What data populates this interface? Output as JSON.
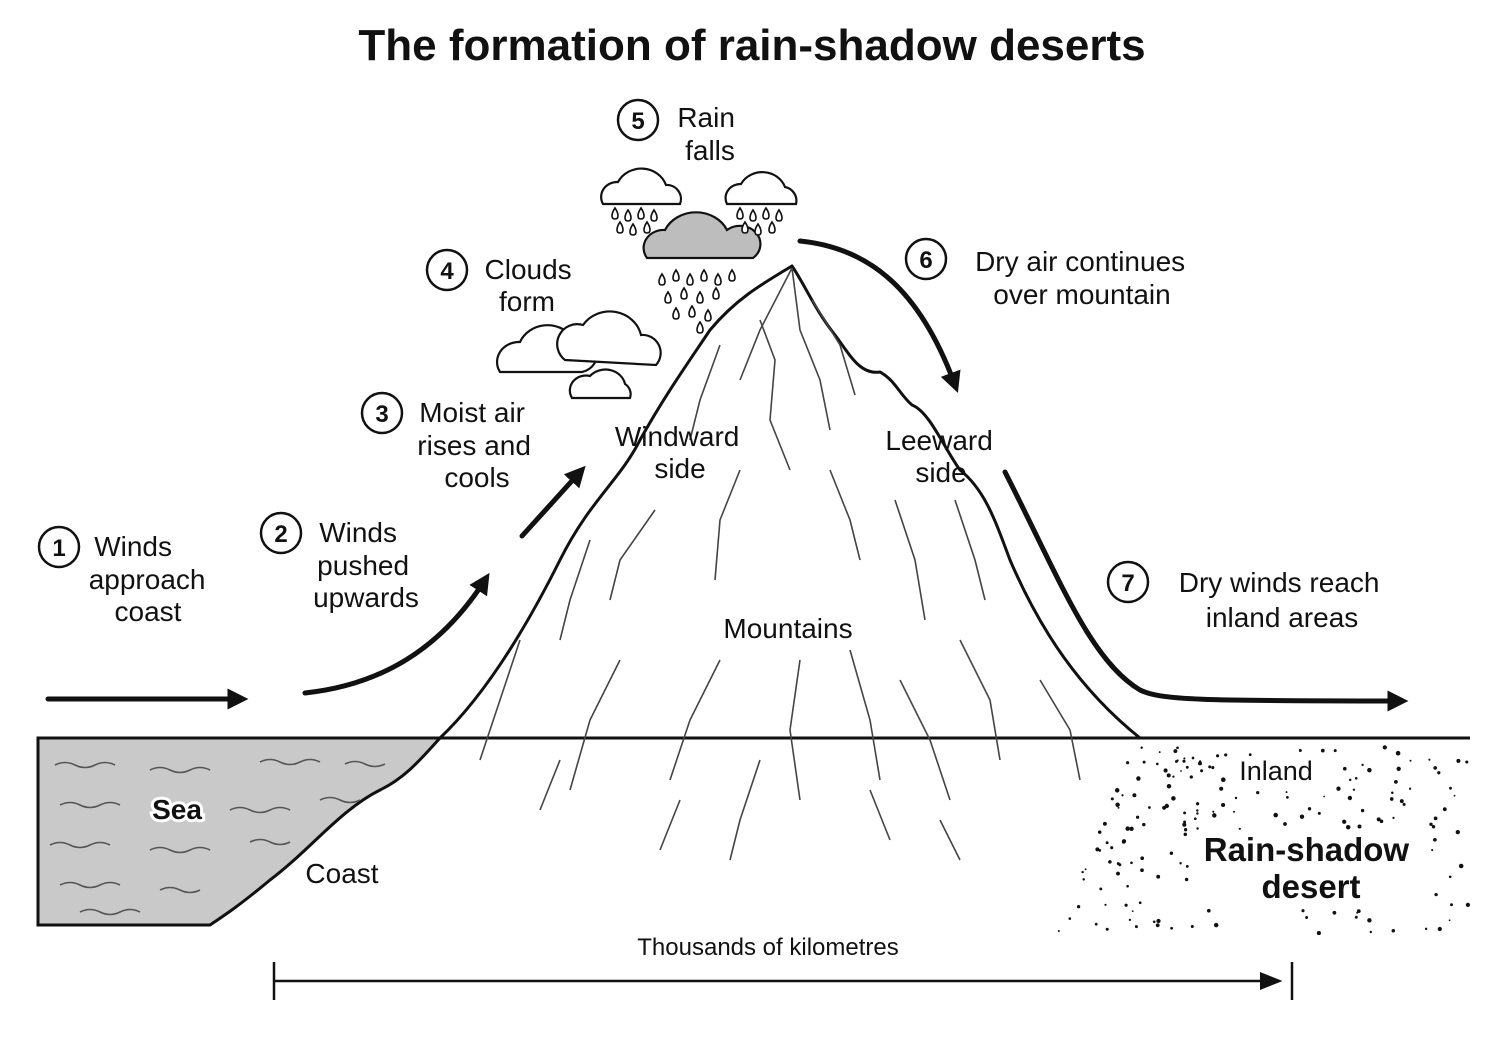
{
  "title": "The formation of rain-shadow deserts",
  "steps": [
    {
      "number": "1",
      "lines": [
        "Winds",
        "approach",
        "coast"
      ]
    },
    {
      "number": "2",
      "lines": [
        "Winds",
        "pushed",
        "upwards"
      ]
    },
    {
      "number": "3",
      "lines": [
        "Moist air",
        "rises and",
        "cools"
      ]
    },
    {
      "number": "4",
      "lines": [
        "Clouds",
        "form"
      ]
    },
    {
      "number": "5",
      "lines": [
        "Rain",
        "falls"
      ]
    },
    {
      "number": "6",
      "lines": [
        "Dry air continues",
        "over mountain"
      ]
    },
    {
      "number": "7",
      "lines": [
        "Dry winds reach",
        "inland areas"
      ]
    }
  ],
  "labels": {
    "windward": [
      "Windward",
      "side"
    ],
    "leeward": [
      "Leeward",
      "side"
    ],
    "mountains": "Mountains",
    "sea": "Sea",
    "coast": "Coast",
    "inland": "Inland",
    "desert": [
      "Rain-shadow",
      "desert"
    ],
    "scale": "Thousands of kilometres"
  },
  "colors": {
    "sea_fill": "#c9c9c9",
    "rain_cloud_fill": "#bdbdbd",
    "ink": "#111111"
  }
}
